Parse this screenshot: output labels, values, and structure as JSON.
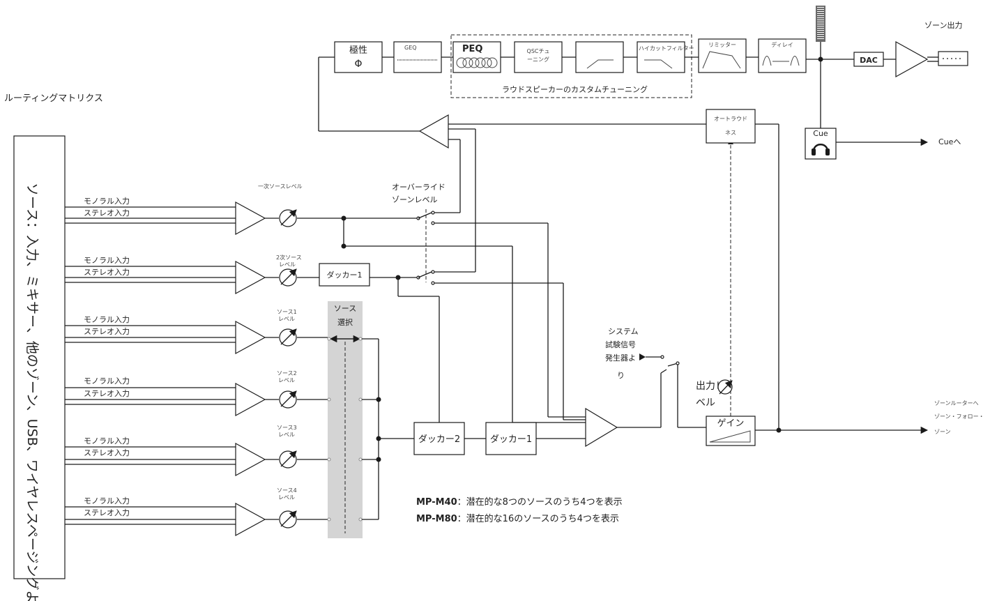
{
  "labels": {
    "routing_matrix": "ルーティングマトリクス",
    "zone_output": "ゾーン出力",
    "sources_vertical": "ソース：入力、ミキサー、他のゾーン、USB、ワイヤレスページングより",
    "mono_input": "モノラル入力",
    "stereo_input": "ステレオ入力",
    "primary_source_level": "一次ソースレベル",
    "secondary_source_level_1": "2次ソース",
    "secondary_source_level_2": "レベル",
    "override_1": "オーバーライド",
    "override_2": "ゾーンレベル",
    "source_select_1": "ソース",
    "source_select_2": "選択",
    "source1_level_1": "ソース1",
    "source1_level_2": "レベル",
    "source2_level_1": "ソース2",
    "source2_level_2": "レベル",
    "source3_level_1": "ソース3",
    "source3_level_2": "レベル",
    "source4_level_1": "ソース4",
    "source4_level_2": "レベル",
    "ducker1_top": "ダッカー1",
    "ducker2": "ダッカー2",
    "ducker1": "ダッカー1",
    "test_signal_1": "システム",
    "test_signal_2": "試験信号",
    "test_signal_3": "発生器よ",
    "test_signal_4": "り",
    "output_level_1": "出力レ",
    "output_level_2": "ベル",
    "gain": "ゲイン",
    "auto_loudness_1": "オートラウド",
    "auto_loudness_2": "ネス",
    "cue_box": "Cue",
    "cue_out": "Cueへ",
    "zone_router_1": "ゾーンルーターへ",
    "zone_router_2": "ゾーン・フォロー・",
    "zone_router_3": "ゾーン",
    "polarity": "極性",
    "polarity_symbol": "Φ",
    "geq": "GEQ",
    "peq": "PEQ",
    "qsc_tuning_1": "QSCチュ",
    "qsc_tuning_2": "ーニング",
    "highcut": "ハイカットフィルター",
    "limiter": "リミッター",
    "delay": "ディレイ",
    "dac": "DAC",
    "custom_tuning": "ラウドスピーカーのカスタムチューニング",
    "note_m40_model": "MP-M40",
    "note_m40_text": "：潜在的な8つのソースのうち4つを表示",
    "note_m80_model": "MP-M80",
    "note_m80_text": "：潜在的な16のソースのうち4つを表示"
  }
}
